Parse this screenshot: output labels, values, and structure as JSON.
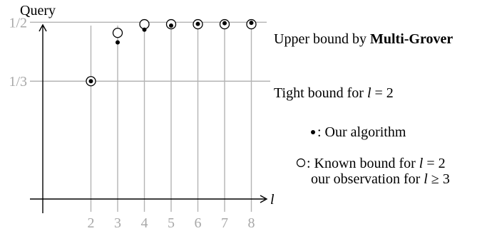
{
  "chart_data": {
    "type": "scatter",
    "ylabel": "Query",
    "xlabel": "l",
    "x_ticks": [
      "2",
      "3",
      "4",
      "5",
      "6",
      "7",
      "8"
    ],
    "y_ticks": [
      {
        "value": 0.5,
        "label": "1/2"
      },
      {
        "value": 0.3333,
        "label": "1/3"
      }
    ],
    "xlim": [
      0.2,
      8.6
    ],
    "ylim": [
      0,
      0.563
    ],
    "grid": true,
    "series": [
      {
        "marker": "dot",
        "points": [
          [
            2,
            0.3333
          ],
          [
            3,
            0.443
          ],
          [
            4,
            0.479
          ],
          [
            5,
            0.4905
          ],
          [
            6,
            0.4955
          ],
          [
            7,
            0.4975
          ],
          [
            8,
            0.4985
          ]
        ]
      },
      {
        "marker": "circle",
        "points": [
          [
            2,
            0.3333
          ],
          [
            3,
            0.47
          ],
          [
            4,
            0.4945
          ],
          [
            5,
            0.4945
          ],
          [
            6,
            0.4945
          ],
          [
            7,
            0.4945
          ],
          [
            8,
            0.4945
          ]
        ]
      }
    ],
    "annotations": {
      "upper_prefix": "Upper bound by ",
      "upper_bold": "Multi-Grover",
      "tight": "Tight bound for ",
      "tight_var": "l",
      "tight_rest": " = 2",
      "legend_dot": ": Our algorithm",
      "legend_circle_1": ": Known bound for ",
      "legend_circle_1_var": "l",
      "legend_circle_1_rest": " = 2",
      "legend_circle_2": "our observation for ",
      "legend_circle_2_var": "l",
      "legend_circle_2_rest": " ≥ 3"
    }
  }
}
